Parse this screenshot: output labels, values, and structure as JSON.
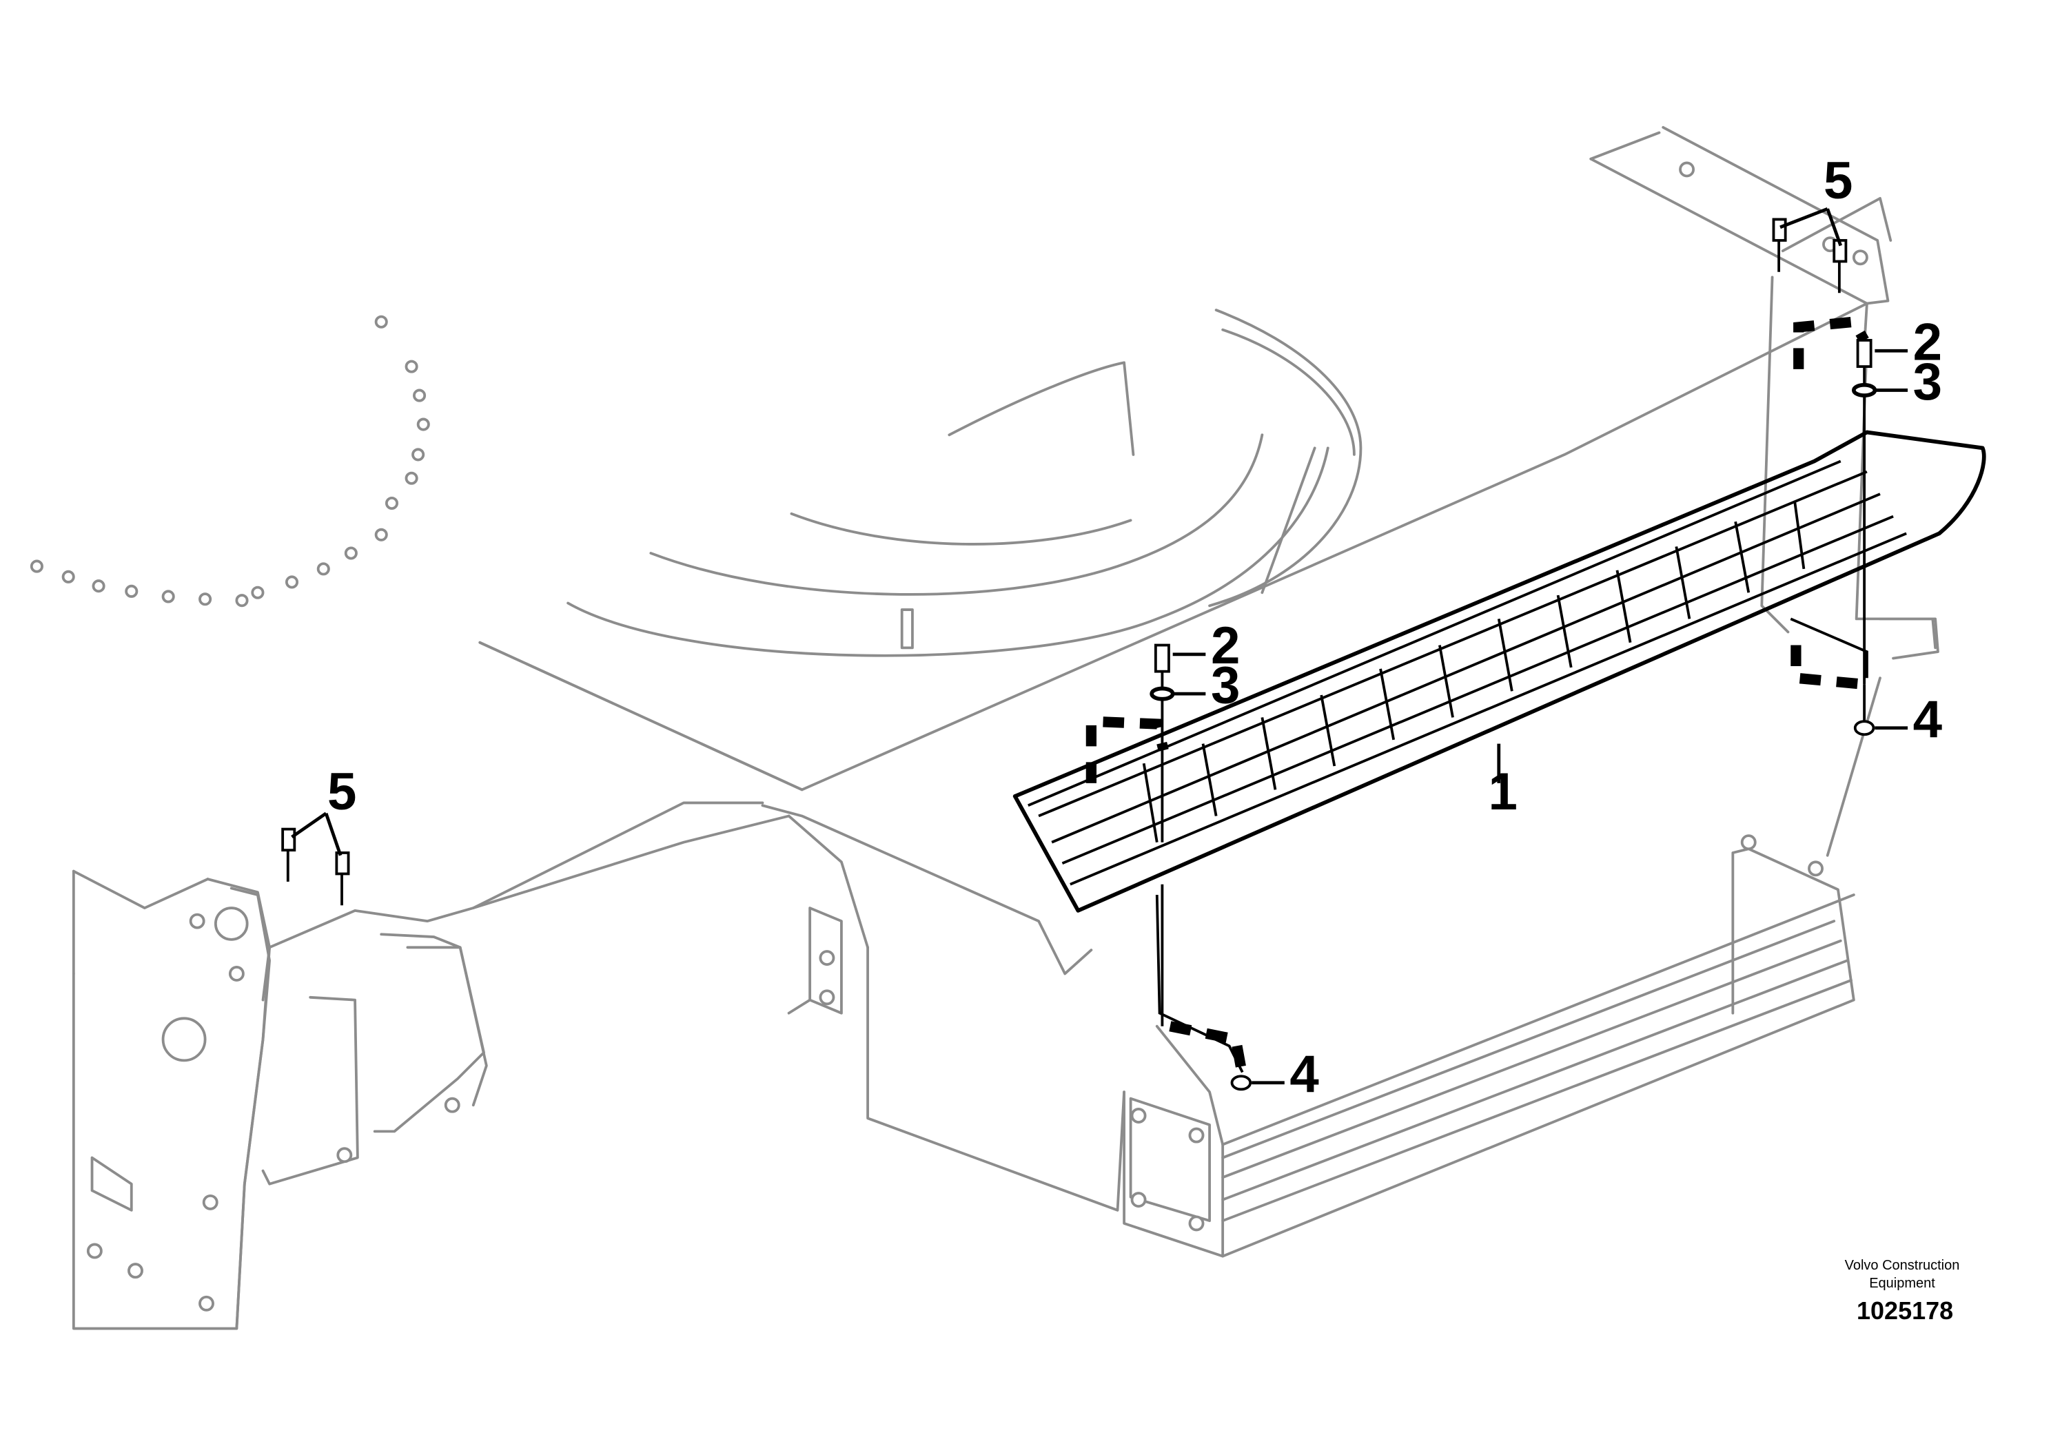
{
  "callouts": [
    {
      "id": "c1",
      "label": "1"
    },
    {
      "id": "c2a",
      "label": "2"
    },
    {
      "id": "c3a",
      "label": "3"
    },
    {
      "id": "c2b",
      "label": "2"
    },
    {
      "id": "c3b",
      "label": "3"
    },
    {
      "id": "c4a",
      "label": "4"
    },
    {
      "id": "c4b",
      "label": "4"
    },
    {
      "id": "c5a",
      "label": "5"
    },
    {
      "id": "c5b",
      "label": "5"
    }
  ],
  "footer": {
    "brand_line1": "Volvo Construction",
    "brand_line2": "Equipment",
    "doc_number": "1025178"
  }
}
